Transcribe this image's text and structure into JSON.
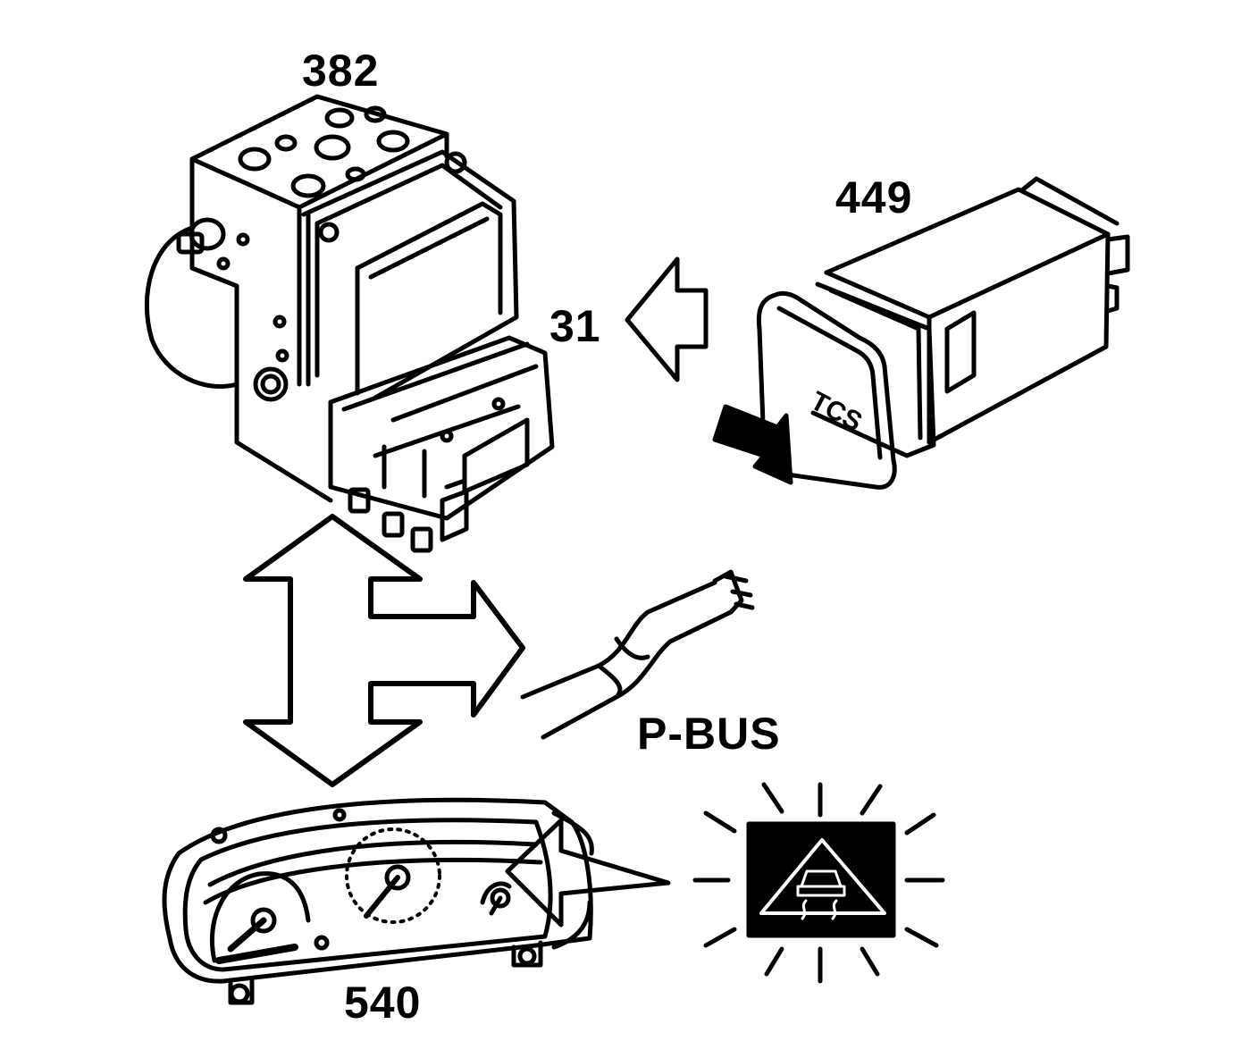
{
  "labels": {
    "hydraulic_unit": "382",
    "control_module": "31",
    "tcs_switch": "449",
    "bus": "P-BUS",
    "instrument_cluster": "540"
  },
  "switch_text": "TCS",
  "colors": {
    "ink": "#000000",
    "paper": "#ffffff"
  }
}
